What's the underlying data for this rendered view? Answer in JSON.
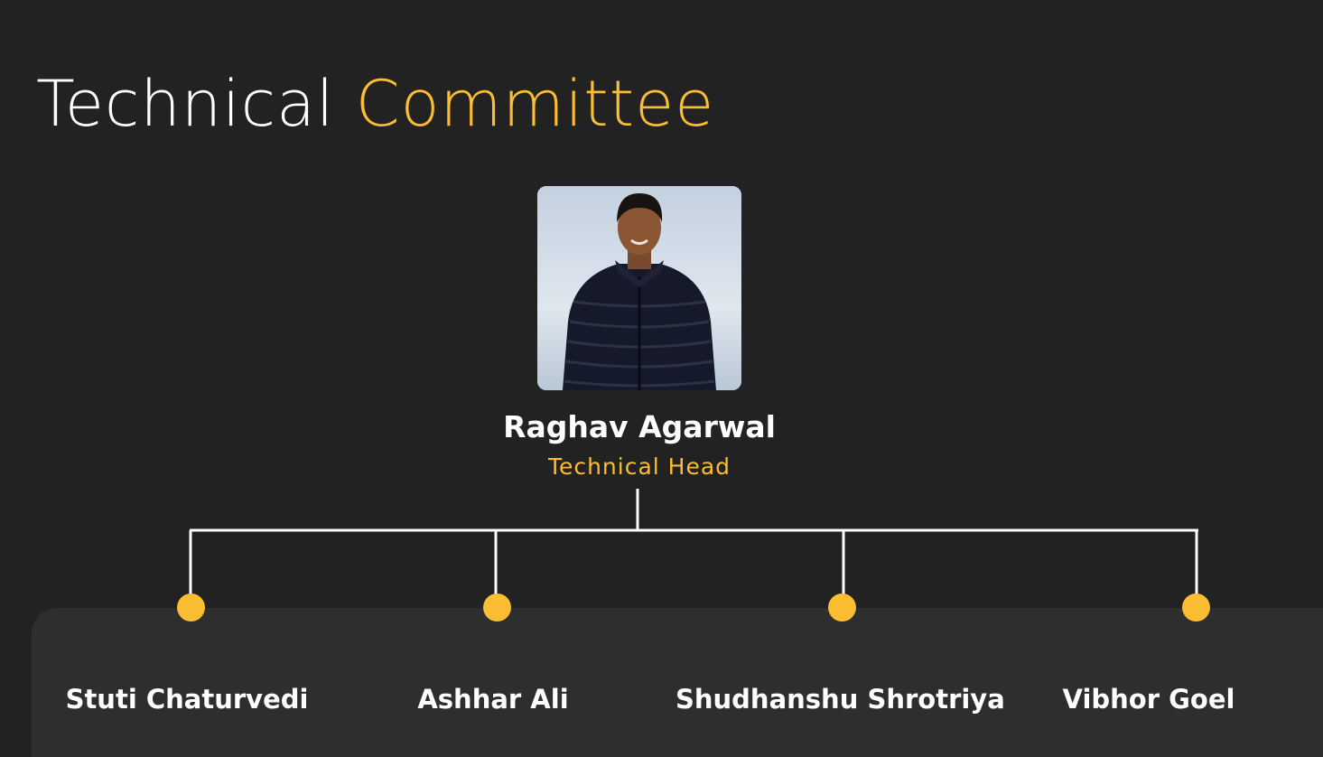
{
  "title": {
    "prefix": "Technical",
    "highlight": "Committee"
  },
  "colors": {
    "background": "#222222",
    "panel": "#2e2e2e",
    "accent": "#fbbd32",
    "text": "#ffffff"
  },
  "head": {
    "photo_icon": "person-photo",
    "name": "Raghav Agarwal",
    "role": "Technical Head"
  },
  "members": [
    {
      "name": "Stuti Chaturvedi"
    },
    {
      "name": "Ashhar Ali"
    },
    {
      "name": "Shudhanshu Shrotriya"
    },
    {
      "name": "Vibhor Goel"
    }
  ]
}
